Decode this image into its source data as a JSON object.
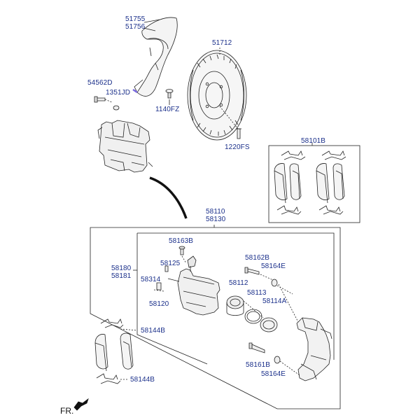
{
  "labels": {
    "shield_a": "51755",
    "shield_b": "51756",
    "disc": "51712",
    "bolt": "54562D",
    "washer": "1351JD",
    "screw": "1140FZ",
    "disc_screw": "1220FS",
    "pad_kit": "58101B",
    "caliper_asm_a": "58110",
    "caliper_asm_b": "58130",
    "bleeder": "58163B",
    "housing_a": "58180",
    "housing_b": "58181",
    "cap": "58125",
    "sleeve": "58314",
    "bolt_guide": "58120",
    "piston": "58112",
    "seal": "58113",
    "boot": "58114A",
    "guide_bolt_upper": "58162B",
    "guide_boot_upper": "58164E",
    "pad_left": "58144B",
    "shim_left": "58144B",
    "guide_bolt_lower": "58161B",
    "guide_boot_lower": "58164E"
  },
  "direction": "FR.",
  "colors": {
    "label": "#1a2f8a",
    "line": "#222222",
    "accent": "#7a6ae0"
  }
}
